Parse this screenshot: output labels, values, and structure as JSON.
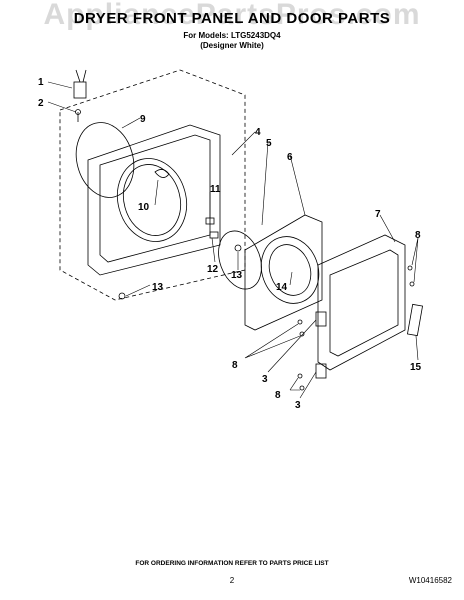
{
  "watermark": "AppliancePartsPros.com",
  "title": "DRYER FRONT PANEL AND DOOR PARTS",
  "model_line": "For Models: LTG5243DQ4",
  "color_line": "(Designer White)",
  "footer": "FOR ORDERING INFORMATION REFER TO PARTS PRICE LIST",
  "page_number": "2",
  "document_number": "W10416582",
  "callouts": [
    "1",
    "2",
    "9",
    "4",
    "5",
    "6",
    "11",
    "10",
    "12",
    "13",
    "7",
    "8",
    "13",
    "14",
    "8",
    "3",
    "8",
    "3",
    "15"
  ]
}
